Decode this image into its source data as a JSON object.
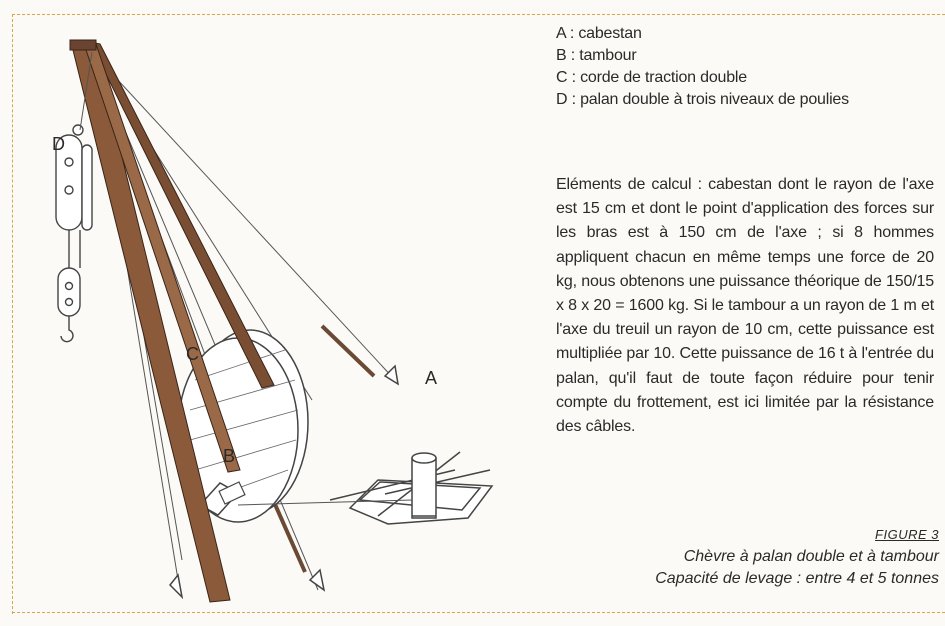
{
  "legend": [
    "A : cabestan",
    "B : tambour",
    "C : corde de traction double",
    "D : palan double à trois niveaux de poulies"
  ],
  "calc_text": "Eléments de calcul : cabestan dont le rayon de l'axe est 15 cm et dont le point d'application des forces sur les bras est à 150 cm de l'axe ; si 8 hommes appliquent chacun en même temps une force de 20 kg, nous obtenons une puissance théorique de 150/15 x 8 x 20 = 1600 kg. Si le tambour a un rayon de 1 m et l'axe du treuil un rayon de 10 cm, cette puissance est multipliée par 10. Cette puissance de 16 t à l'entrée du palan, qu'il faut de toute façon réduire pour tenir compte du frottement, est ici limitée par la résistance des câbles.",
  "figure": {
    "label": "Figure 3",
    "caption_line1": "Chèvre à palan double et à tambour",
    "caption_line2": "Capacité de levage : entre 4 et 5 tonnes"
  },
  "diagram_labels": {
    "a": "A",
    "b": "B",
    "c": "C",
    "d": "D"
  },
  "colors": {
    "frame": "#d9a74a",
    "wood": "#8a5a3a",
    "ink": "#2a2a2a"
  }
}
